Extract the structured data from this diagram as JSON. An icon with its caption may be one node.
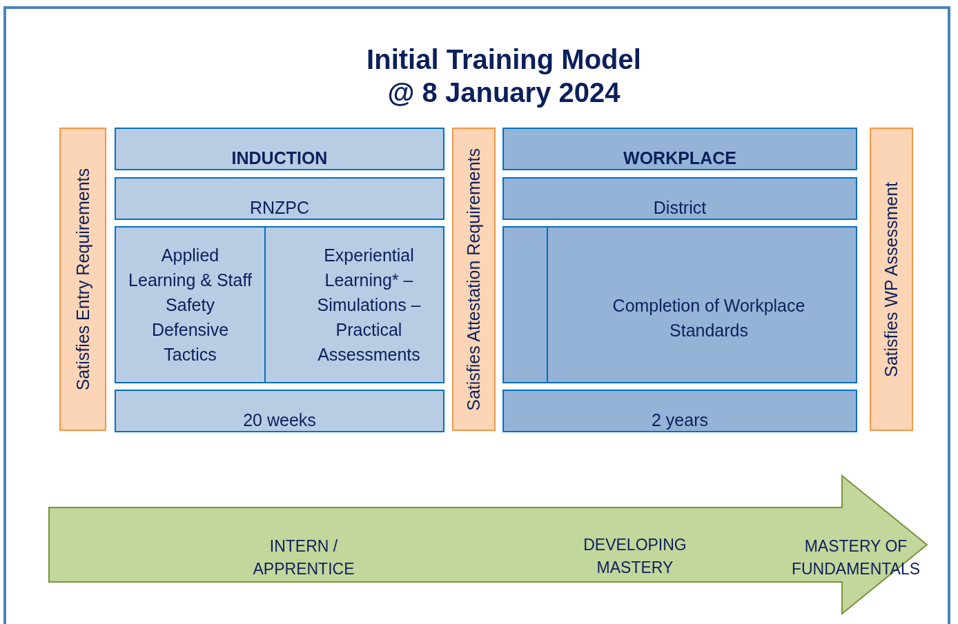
{
  "diagram": {
    "title": "Initial Training Model @ 8 January 2024",
    "nodes": [
      {
        "text": [
          "Satisfies Entry Requirements"
        ]
      },
      {
        "text": [
          "INDUCTION"
        ]
      },
      {
        "text": [
          "RNZPC"
        ]
      },
      {
        "text": [
          "Applied Learning & Staff Safety Defensive Tactics"
        ]
      },
      {
        "text": [
          "Experiential Learning* – Simulations – Practical Assessments"
        ]
      },
      {
        "text": [
          "20 weeks"
        ]
      },
      {
        "text": [
          "Satisfies Attestation Requirements"
        ]
      },
      {
        "text": [
          "WORKPLACE"
        ]
      },
      {
        "text": [
          "District"
        ]
      },
      {
        "text": [],
        "shape": "box"
      },
      {
        "text": [
          "Completion of Workplace Standards"
        ]
      },
      {
        "text": [
          "2 years"
        ]
      },
      {
        "text": [
          "Satisfies WP Assessment"
        ]
      },
      {
        "text": [
          "INTERN / APPRENTICE",
          "DEVELOPING MASTERY",
          "MASTERY OF FUNDAMENTALS"
        ]
      }
    ]
  }
}
